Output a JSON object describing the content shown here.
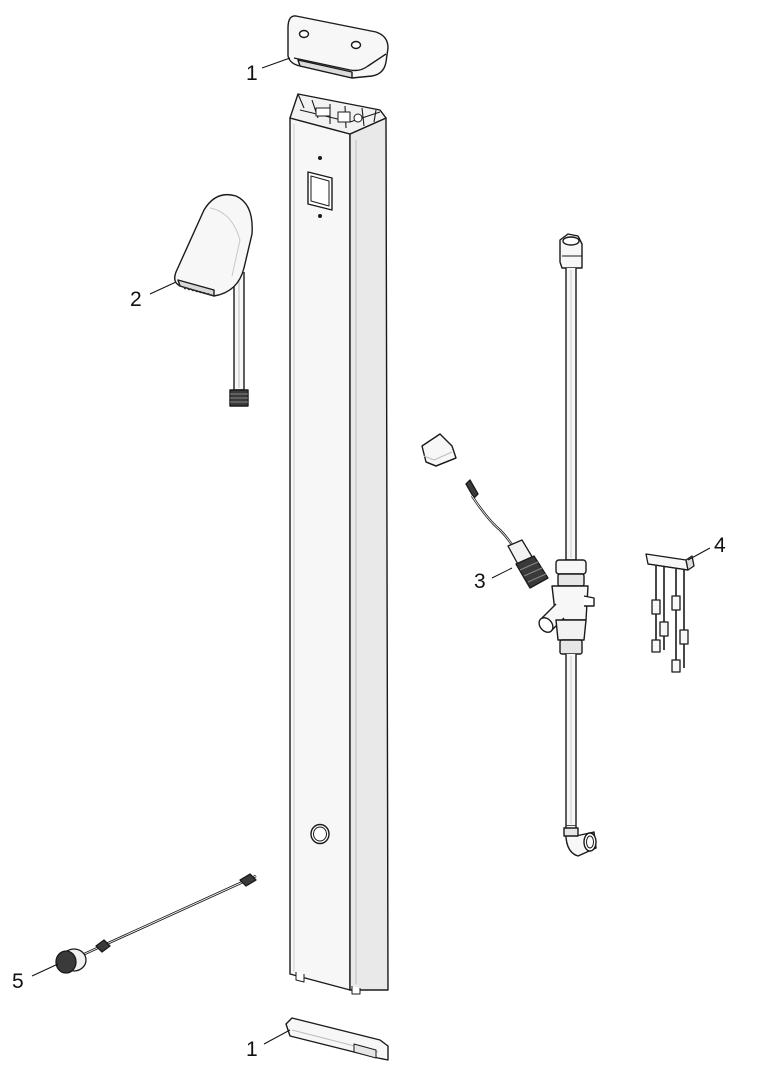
{
  "diagram": {
    "kind": "exploded-parts-drawing",
    "colors": {
      "line": "#1a1a1a",
      "panel": "#f7f7f7",
      "panel_shade": "#e6e6e6",
      "dark_part": "#3a3a3a",
      "background": "#ffffff"
    },
    "callouts": [
      {
        "id": "top-cap",
        "label": "1"
      },
      {
        "id": "spout",
        "label": "2"
      },
      {
        "id": "sensor-valve",
        "label": "3"
      },
      {
        "id": "connector-harness",
        "label": "4"
      },
      {
        "id": "push-button",
        "label": "5"
      },
      {
        "id": "bottom-cap",
        "label": "1"
      }
    ]
  }
}
